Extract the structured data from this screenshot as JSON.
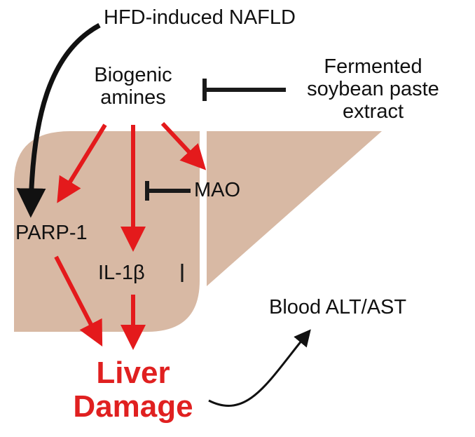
{
  "labels": {
    "hfd": "HFD-induced NAFLD",
    "biogenic_line1": "Biogenic",
    "biogenic_line2": "amines",
    "fermented_line1": "Fermented",
    "fermented_line2": "soybean paste",
    "fermented_line3": "extract",
    "mao": "MAO",
    "parp": "PARP-1",
    "il1b": "IL-1β",
    "blood": "Blood ALT/AST",
    "liver_line1": "Liver",
    "liver_line2": "Damage"
  },
  "colors": {
    "liver_fill": "#d8b9a4",
    "activation_arrow": "#e41a1c",
    "inhibition": "#1a1a1a",
    "liver_damage_text": "#e02020",
    "text": "#111111"
  }
}
